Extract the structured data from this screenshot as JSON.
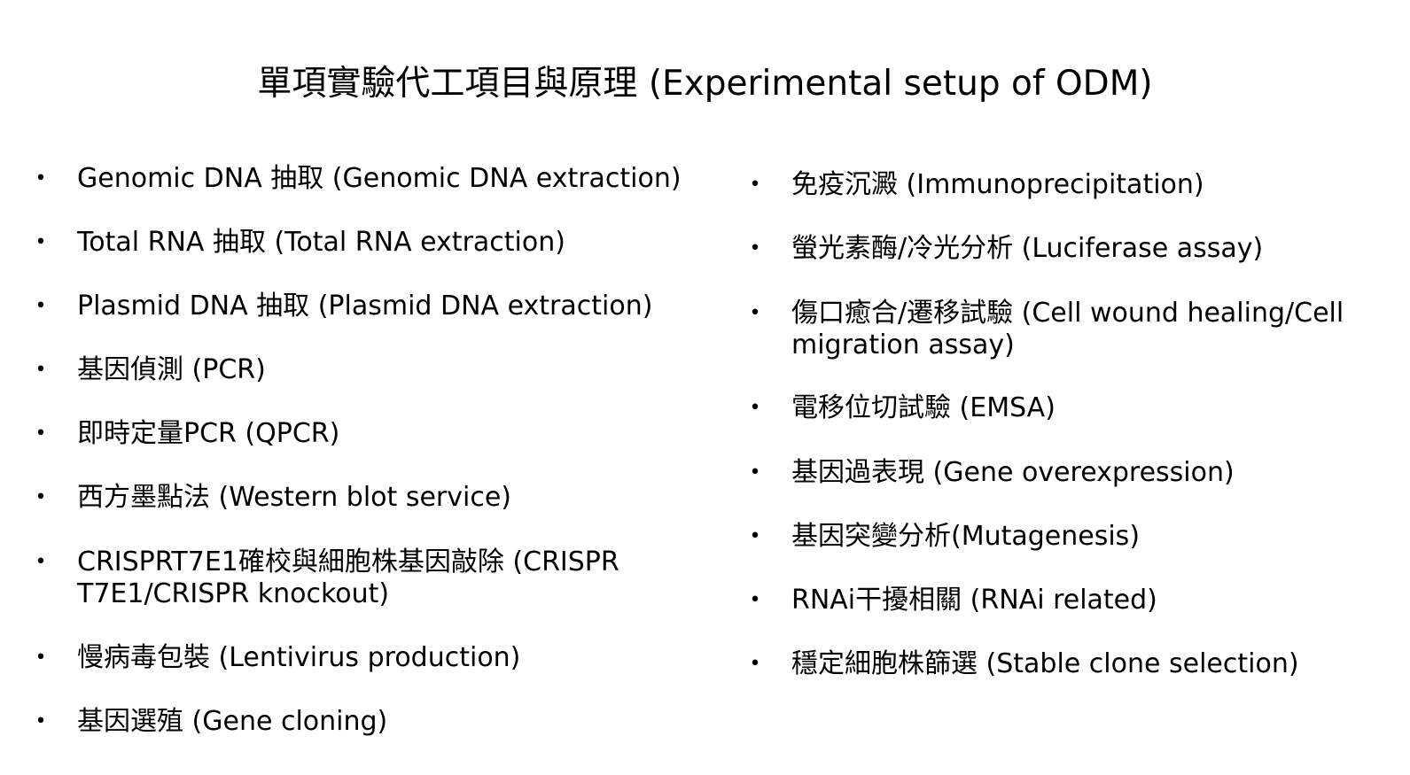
{
  "title": "單項實驗代工項目與原理 (Experimental setup of ODM)",
  "bullet_glyph": "•",
  "left_items": [
    {
      "lines": [
        "Genomic DNA 抽取 (Genomic DNA extraction)"
      ]
    },
    {
      "lines": [
        "Total RNA 抽取 (Total RNA extraction)"
      ]
    },
    {
      "lines": [
        "Plasmid DNA 抽取 (Plasmid DNA extraction)"
      ]
    },
    {
      "lines": [
        "基因偵測 (PCR)"
      ]
    },
    {
      "lines": [
        "即時定量PCR (QPCR)"
      ]
    },
    {
      "lines": [
        "西方墨點法 (Western blot service)"
      ]
    },
    {
      "lines": [
        "CRISPRT7E1確校與細胞株基因敲除 (CRISPR",
        "T7E1/CRISPR knockout)"
      ]
    },
    {
      "lines": [
        "慢病毒包裝 (Lentivirus production)"
      ]
    },
    {
      "lines": [
        "基因選殖 (Gene cloning)"
      ]
    }
  ],
  "right_items": [
    {
      "lines": [
        "免疫沉澱 (Immunoprecipitation)"
      ]
    },
    {
      "lines": [
        "螢光素酶/冷光分析 (Luciferase assay)"
      ]
    },
    {
      "lines": [
        "傷口癒合/遷移試驗 (Cell wound healing/Cell",
        "migration assay)"
      ]
    },
    {
      "lines": [
        "電移位切試驗 (EMSA)"
      ]
    },
    {
      "lines": [
        "基因過表現 (Gene overexpression)"
      ]
    },
    {
      "lines": [
        "基因突變分析(Mutagenesis)"
      ]
    },
    {
      "lines": [
        "RNAi干擾相關 (RNAi related)"
      ]
    },
    {
      "lines": [
        "穩定細胞株篩選 (Stable clone selection)"
      ]
    }
  ]
}
